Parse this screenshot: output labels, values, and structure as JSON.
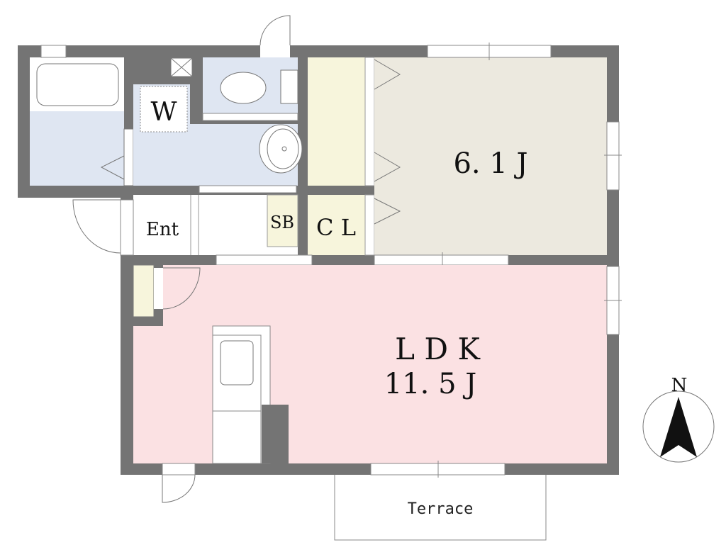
{
  "plan": {
    "rooms": {
      "washer": "W",
      "entrance": "Ent",
      "shoe_box": "SB",
      "closet": "C L",
      "bedroom": "6. 1 J",
      "ldk_name": "L D K",
      "ldk_size": "11. 5 J",
      "terrace": "Terrace"
    },
    "compass": "N"
  },
  "colors": {
    "wall": "#747474",
    "wet_area": "#dfe6f2",
    "storage": "#f7f5dc",
    "bedroom": "#ece9df",
    "ldk": "#fbe1e3"
  }
}
